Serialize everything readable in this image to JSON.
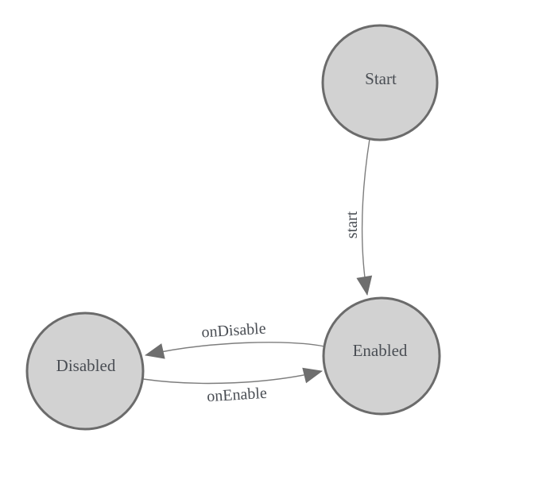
{
  "colors": {
    "background": "#ffffff",
    "node_fill": "#d2d2d2",
    "node_stroke": "#6b6b6b",
    "edge_stroke": "#7d7d7d",
    "arrowhead_fill": "#6e6e6e",
    "label_text": "#4a4e54"
  },
  "nodes": {
    "start": {
      "label": "Start"
    },
    "enabled": {
      "label": "Enabled"
    },
    "disabled": {
      "label": "Disabled"
    }
  },
  "edges": {
    "start": {
      "label": "start",
      "from": "Start",
      "to": "Enabled"
    },
    "onDisable": {
      "label": "onDisable",
      "from": "Enabled",
      "to": "Disabled"
    },
    "onEnable": {
      "label": "onEnable",
      "from": "Disabled",
      "to": "Enabled"
    }
  }
}
